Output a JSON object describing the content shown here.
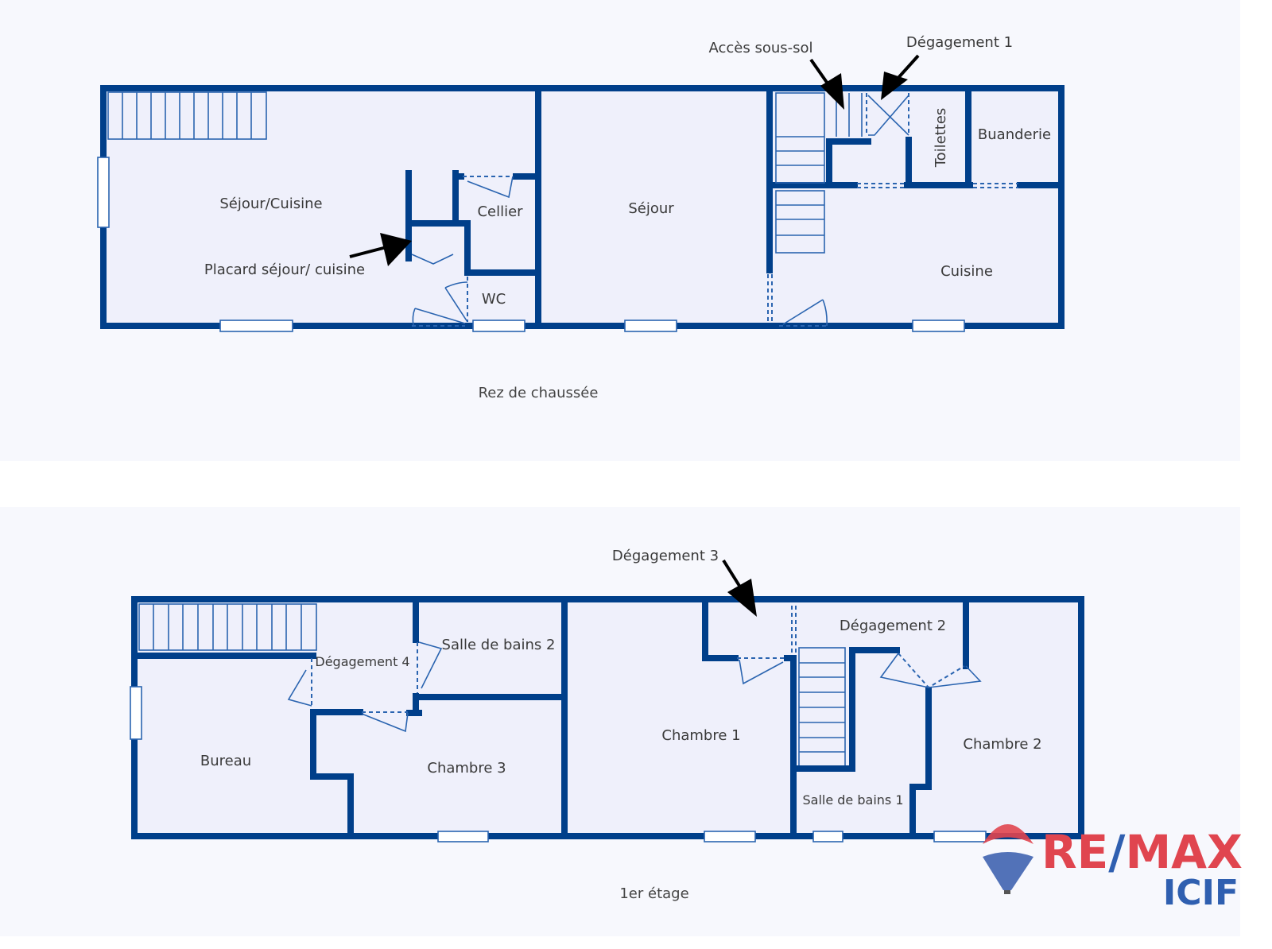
{
  "ground_floor": {
    "caption": "Rez de chaussée",
    "rooms": {
      "sejour_cuisine": "Séjour/Cuisine",
      "placard": "Placard séjour/ cuisine",
      "cellier": "Cellier",
      "wc": "WC",
      "sejour": "Séjour",
      "cuisine": "Cuisine",
      "buanderie": "Buanderie",
      "toilettes": "Toilettes"
    },
    "callouts": {
      "acces_sous_sol": "Accès sous-sol",
      "degagement_1": "Dégagement 1"
    }
  },
  "first_floor": {
    "caption": "1er étage",
    "rooms": {
      "degagement_4": "Dégagement 4",
      "salle_de_bains_2": "Salle de bains 2",
      "bureau": "Bureau",
      "chambre_3": "Chambre 3",
      "chambre_1": "Chambre 1",
      "degagement_2": "Dégagement 2",
      "chambre_2": "Chambre 2",
      "salle_de_bains_1": "Salle de bains 1"
    },
    "callouts": {
      "degagement_3": "Dégagement 3"
    }
  },
  "logo": {
    "brand": "RE/MAX",
    "agency": "ICIF",
    "colors": {
      "red": "#e0454f",
      "blue": "#2f5fb0"
    }
  },
  "colors": {
    "wall": "#003f8a",
    "room_fill": "#eff0fb",
    "background": "#f7f8fd"
  }
}
